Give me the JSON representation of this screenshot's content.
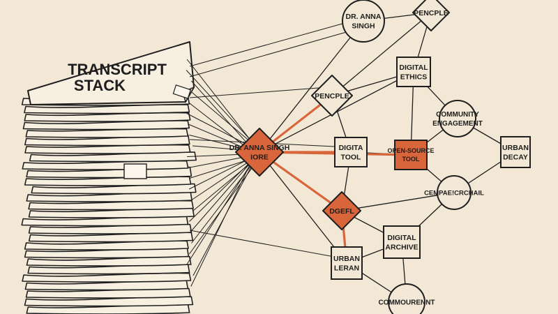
{
  "stack": {
    "title_line1": "TRANSCRIPT",
    "title_line2": "STACK"
  },
  "colors": {
    "background": "#f2e8d5",
    "ink": "#1e1e1e",
    "highlight": "#d9653b",
    "paper": "#f7efe0"
  },
  "nodes": [
    {
      "id": "hub",
      "shape": "diamond",
      "highlight": true,
      "lines": [
        "DR. ANNA SINGH",
        "IORE"
      ]
    },
    {
      "id": "anna_top",
      "shape": "circle",
      "highlight": false,
      "lines": [
        "DR. ANNA",
        "SINGH"
      ]
    },
    {
      "id": "pencple_top",
      "shape": "diamond",
      "highlight": false,
      "lines": [
        "PENCPLE"
      ]
    },
    {
      "id": "digital_ethics",
      "shape": "square",
      "highlight": false,
      "lines": [
        "DIGITAL",
        "ETHICS"
      ]
    },
    {
      "id": "pencple_mid",
      "shape": "diamond",
      "highlight": false,
      "lines": [
        "PENCPLE"
      ]
    },
    {
      "id": "digita_tool",
      "shape": "square",
      "highlight": false,
      "lines": [
        "DIGITA",
        "TOOL"
      ]
    },
    {
      "id": "open_source",
      "shape": "square",
      "highlight": true,
      "lines": [
        "OPEN-SOURCE",
        "TOOL"
      ]
    },
    {
      "id": "community",
      "shape": "circle",
      "highlight": false,
      "lines": [
        "COMMUNITY",
        "ENGAGEMENT"
      ]
    },
    {
      "id": "urban_decay",
      "shape": "square",
      "highlight": false,
      "lines": [
        "URBAN",
        "DECAY"
      ]
    },
    {
      "id": "cempae",
      "shape": "circle",
      "highlight": false,
      "lines": [
        "CEMPAE!CRCHAIL"
      ]
    },
    {
      "id": "degel",
      "shape": "diamond",
      "highlight": true,
      "lines": [
        "DGEFL"
      ]
    },
    {
      "id": "digital_archive",
      "shape": "square",
      "highlight": false,
      "lines": [
        "DIGITAL",
        "ARCHIVE"
      ]
    },
    {
      "id": "urban_leran",
      "shape": "square",
      "highlight": false,
      "lines": [
        "URBAN",
        "LERAN"
      ]
    },
    {
      "id": "commourennt",
      "shape": "circle",
      "highlight": false,
      "lines": [
        "COMMOURENNT"
      ]
    }
  ],
  "edges": [
    {
      "from": "hub",
      "to": "anna_top",
      "highlight": false
    },
    {
      "from": "hub",
      "to": "pencple_mid",
      "highlight": true
    },
    {
      "from": "hub",
      "to": "digita_tool",
      "highlight": true
    },
    {
      "from": "hub",
      "to": "degel",
      "highlight": true
    },
    {
      "from": "hub",
      "to": "open_source",
      "highlight": true
    },
    {
      "from": "hub",
      "to": "urban_leran",
      "highlight": false
    },
    {
      "from": "hub",
      "to": "digital_ethics",
      "highlight": false
    },
    {
      "from": "anna_top",
      "to": "pencple_top",
      "highlight": false
    },
    {
      "from": "pencple_top",
      "to": "digital_ethics",
      "highlight": false
    },
    {
      "from": "digital_ethics",
      "to": "pencple_mid",
      "highlight": false
    },
    {
      "from": "digital_ethics",
      "to": "community",
      "highlight": false
    },
    {
      "from": "pencple_mid",
      "to": "digita_tool",
      "highlight": false
    },
    {
      "from": "pencple_mid",
      "to": "pencple_top",
      "highlight": false
    },
    {
      "from": "digita_tool",
      "to": "open_source",
      "highlight": false
    },
    {
      "from": "digita_tool",
      "to": "degel",
      "highlight": false
    },
    {
      "from": "open_source",
      "to": "community",
      "highlight": false
    },
    {
      "from": "open_source",
      "to": "cempae",
      "highlight": false
    },
    {
      "from": "community",
      "to": "urban_decay",
      "highlight": false
    },
    {
      "from": "cempae",
      "to": "urban_decay",
      "highlight": false
    },
    {
      "from": "degel",
      "to": "cempae",
      "highlight": false
    },
    {
      "from": "degel",
      "to": "digital_archive",
      "highlight": false
    },
    {
      "from": "degel",
      "to": "urban_leran",
      "highlight": true
    },
    {
      "from": "urban_leran",
      "to": "digital_archive",
      "highlight": false
    },
    {
      "from": "urban_leran",
      "to": "commourennt",
      "highlight": false
    },
    {
      "from": "digital_archive",
      "to": "commourennt",
      "highlight": false
    },
    {
      "from": "digital_archive",
      "to": "cempae",
      "highlight": false
    },
    {
      "from": "open_source",
      "to": "digital_ethics",
      "highlight": false
    }
  ]
}
